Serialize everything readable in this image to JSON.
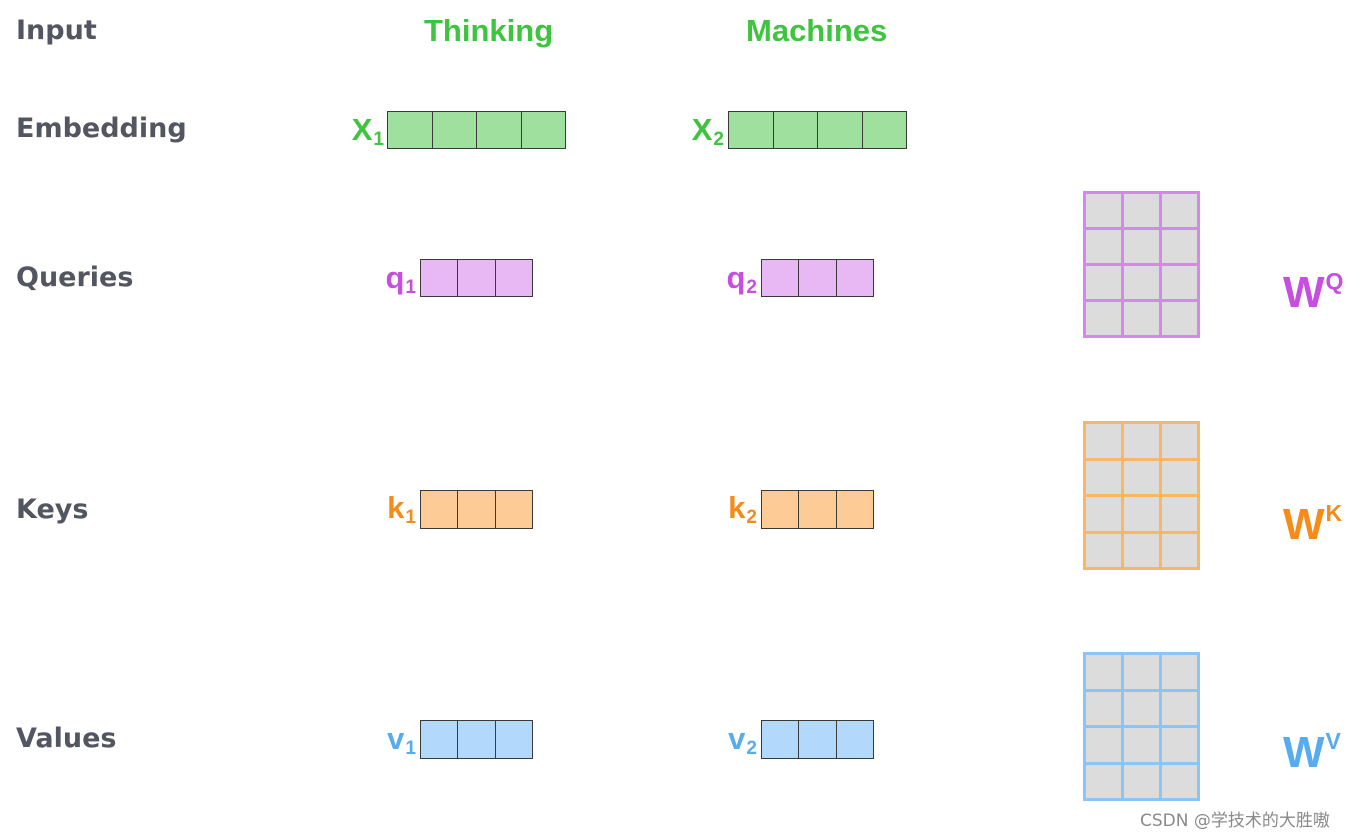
{
  "rows": {
    "input": "Input",
    "embedding": "Embedding",
    "queries": "Queries",
    "keys": "Keys",
    "values": "Values"
  },
  "words": [
    "Thinking",
    "Machines"
  ],
  "embeddings": [
    {
      "name": "X",
      "sub": "1"
    },
    {
      "name": "X",
      "sub": "2"
    }
  ],
  "queries": [
    {
      "name": "q",
      "sub": "1"
    },
    {
      "name": "q",
      "sub": "2"
    }
  ],
  "keys": [
    {
      "name": "k",
      "sub": "1"
    },
    {
      "name": "k",
      "sub": "2"
    }
  ],
  "values": [
    {
      "name": "v",
      "sub": "1"
    },
    {
      "name": "v",
      "sub": "2"
    }
  ],
  "weights": {
    "query": {
      "name": "W",
      "sup": "Q"
    },
    "key": {
      "name": "W",
      "sup": "K"
    },
    "value": {
      "name": "W",
      "sup": "V"
    }
  },
  "colors": {
    "embedding": "#3fc43f",
    "embedding_fill": "#9fe09f",
    "query": "#c64fe0",
    "query_fill": "#e8b8f4",
    "query_border": "#d389ec",
    "key": "#f58c1a",
    "key_fill": "#fdcb96",
    "key_border": "#f9b766",
    "value": "#57acf0",
    "value_fill": "#b2d8fb",
    "value_border": "#8cc4f6"
  },
  "watermark": "CSDN @学技术的大胜嗷"
}
